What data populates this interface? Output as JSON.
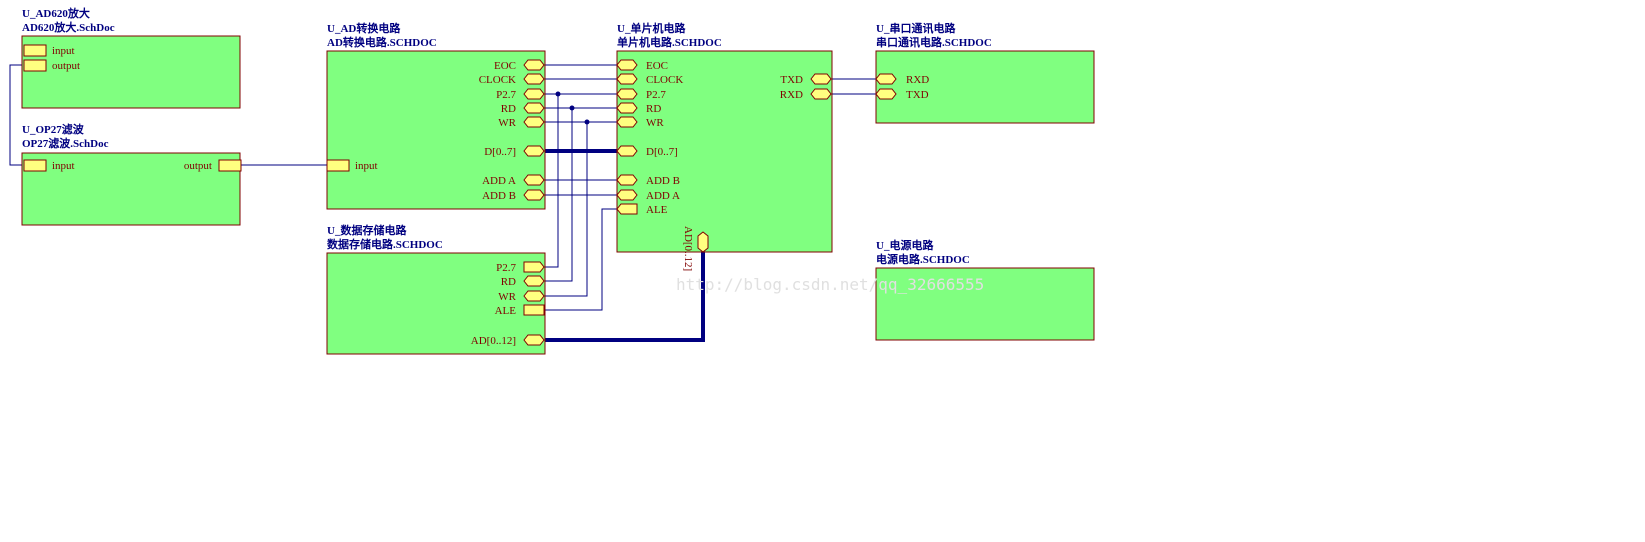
{
  "sheets": {
    "ad620": {
      "designator": "U_AD620放大",
      "file": "AD620放大.SchDoc",
      "ports": {
        "input": "input",
        "output": "output"
      }
    },
    "op27": {
      "designator": "U_OP27滤波",
      "file": "OP27滤波.SchDoc",
      "ports": {
        "input": "input",
        "output": "output"
      }
    },
    "adconv": {
      "designator": "U_AD转换电路",
      "file": "AD转换电路.SCHDOC",
      "ports": {
        "eoc": "EOC",
        "clock": "CLOCK",
        "p27": "P2.7",
        "rd": "RD",
        "wr": "WR",
        "d07": "D[0..7]",
        "adda": "ADD A",
        "addb": "ADD B",
        "input": "input"
      }
    },
    "mcu": {
      "designator": "U_单片机电路",
      "file": "单片机电路.SCHDOC",
      "ports": {
        "eoc": "EOC",
        "clock": "CLOCK",
        "p27": "P2.7",
        "rd": "RD",
        "wr": "WR",
        "d07": "D[0..7]",
        "addb": "ADD B",
        "adda": "ADD A",
        "ale": "ALE",
        "txd": "TXD",
        "rxd": "RXD",
        "ad012": "AD[0..12]"
      }
    },
    "uart": {
      "designator": "U_串口通讯电路",
      "file": "串口通讯电路.SCHDOC",
      "ports": {
        "rxd": "RXD",
        "txd": "TXD"
      }
    },
    "storage": {
      "designator": "U_数据存储电路",
      "file": "数据存储电路.SCHDOC",
      "ports": {
        "p27": "P2.7",
        "rd": "RD",
        "wr": "WR",
        "ale": "ALE",
        "ad012": "AD[0..12]"
      }
    },
    "power": {
      "designator": "U_电源电路",
      "file": "电源电路.SCHDOC"
    }
  },
  "watermark": "http://blog.csdn.net/qq_32666555",
  "colors": {
    "sheet_fill": "#80ff80",
    "sheet_border": "#800000",
    "port_fill": "#ffff80",
    "wire": "#000080",
    "label": "#800000",
    "title": "#000080"
  }
}
